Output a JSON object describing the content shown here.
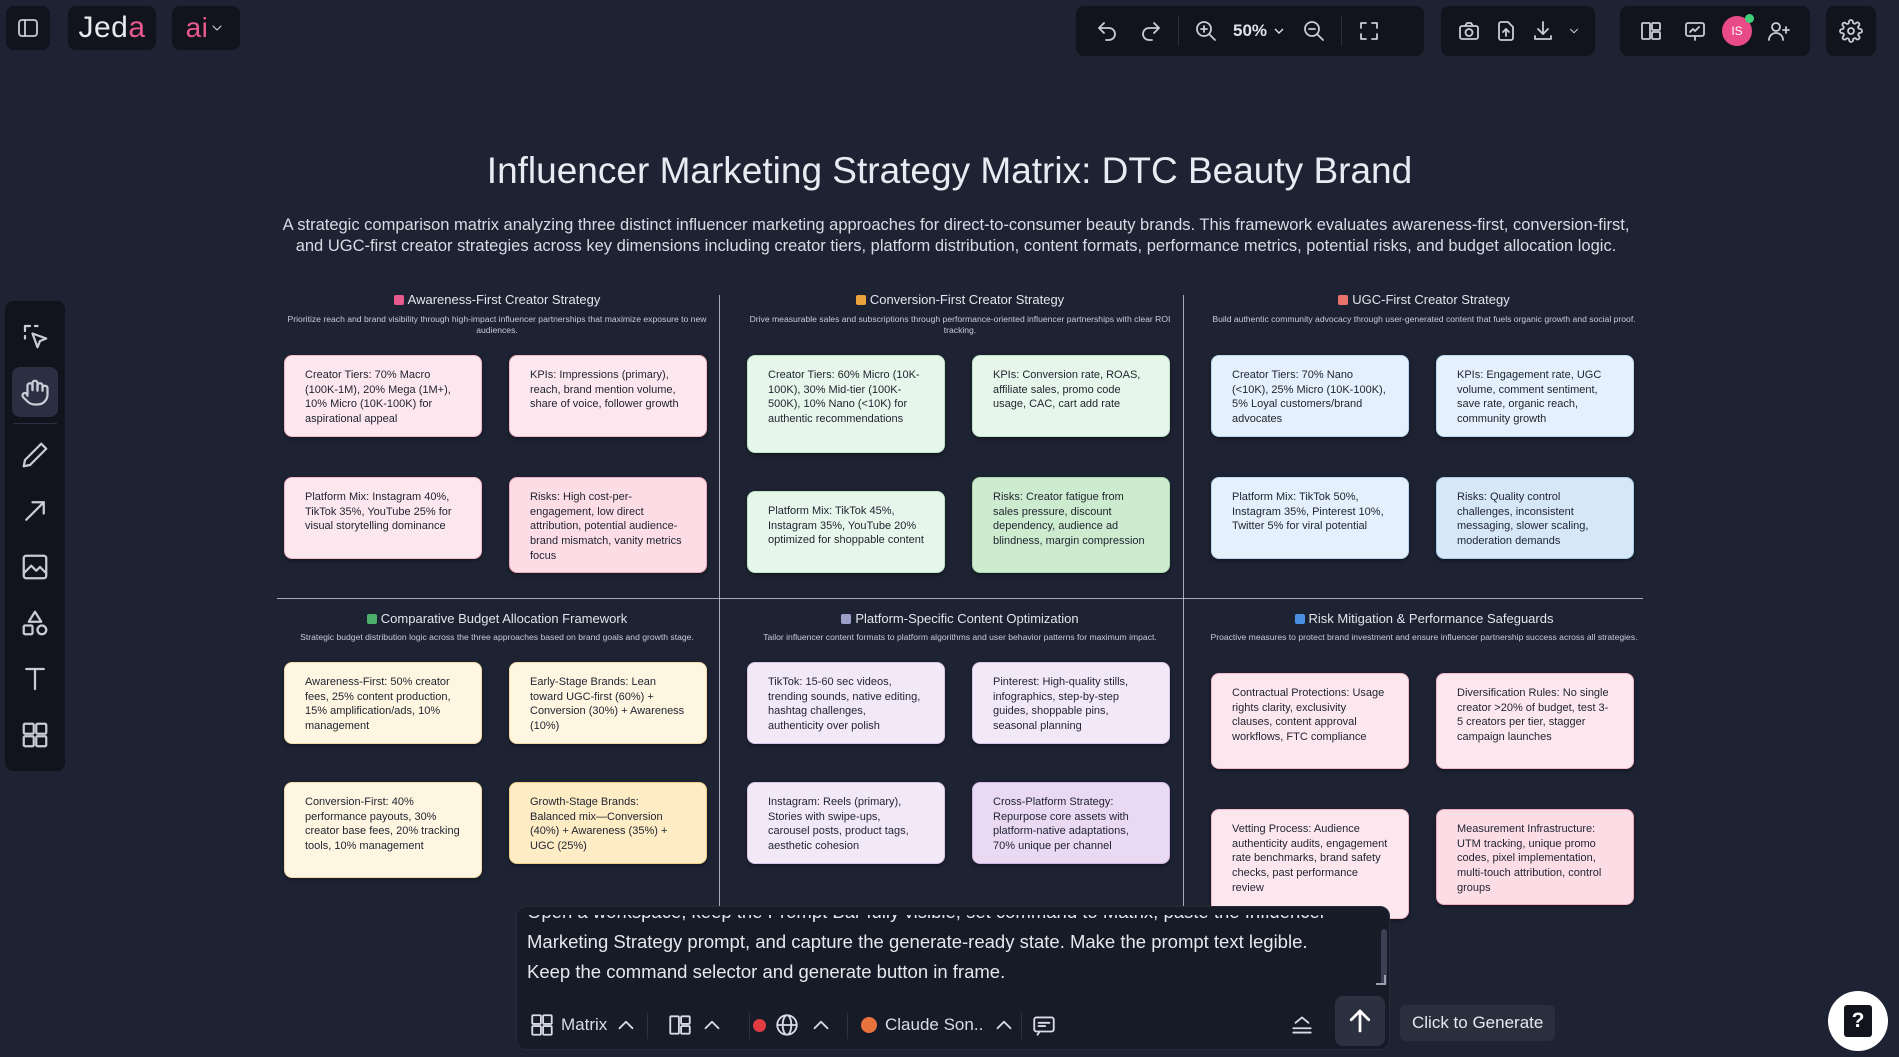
{
  "app": {
    "logo_main": "Jed",
    "logo_accent": "a",
    "ai_label": "ai"
  },
  "toolbar": {
    "zoom": "50%",
    "avatar_initials": "IS"
  },
  "document": {
    "title": "Influencer Marketing Strategy Matrix: DTC Beauty Brand",
    "description": "A strategic comparison matrix analyzing three distinct influencer marketing approaches for direct-to-consumer beauty brands. This framework evaluates awareness-first, conversion-first, and UGC-first creator strategies across key dimensions including creator tiers, platform distribution, content formats, performance metrics, potential risks, and budget allocation logic."
  },
  "quadrants": [
    {
      "title": "Awareness-First Creator Strategy",
      "subtitle": "Prioritize reach and brand visibility through high-impact influencer partnerships that maximize exposure to new audiences.",
      "icon_color": "#e85a8b",
      "cards": [
        "Creator Tiers: 70% Macro (100K-1M), 20% Mega (1M+), 10% Micro (10K-100K) for aspirational appeal",
        "KPIs: Impressions (primary), reach, brand mention volume, share of voice, follower growth",
        "Platform Mix: Instagram 40%, TikTok 35%, YouTube 25% for visual storytelling dominance",
        "Risks: High cost-per-engagement, low direct attribution, potential audience-brand mismatch, vanity metrics focus"
      ]
    },
    {
      "title": "Conversion-First Creator Strategy",
      "subtitle": "Drive measurable sales and subscriptions through performance-oriented influencer partnerships with clear ROI tracking.",
      "icon_color": "#e8a33d",
      "cards": [
        "Creator Tiers: 60% Micro (10K-100K), 30% Mid-tier (100K-500K), 10% Nano (<10K) for authentic recommendations",
        "KPIs: Conversion rate, ROAS, affiliate sales, promo code usage, CAC, cart add rate",
        "Platform Mix: TikTok 45%, Instagram 35%, YouTube 20% optimized for shoppable content",
        "Risks: Creator fatigue from sales pressure, discount dependency, audience ad blindness, margin compression"
      ]
    },
    {
      "title": "UGC-First Creator Strategy",
      "subtitle": "Build authentic community advocacy through user-generated content that fuels organic growth and social proof.",
      "icon_color": "#e8736a",
      "cards": [
        "Creator Tiers: 70% Nano (<10K), 25% Micro (10K-100K), 5% Loyal customers/brand advocates",
        "KPIs: Engagement rate, UGC volume, comment sentiment, save rate, organic reach, community growth",
        "Platform Mix: TikTok 50%, Instagram 35%, Pinterest 10%, Twitter 5% for viral potential",
        "Risks: Quality control challenges, inconsistent messaging, slower scaling, moderation demands"
      ]
    },
    {
      "title": "Comparative Budget Allocation Framework",
      "subtitle": "Strategic budget distribution logic across the three approaches based on brand goals and growth stage.",
      "icon_color": "#4caf6a",
      "cards": [
        "Awareness-First: 50% creator fees, 25% content production, 15% amplification/ads, 10% management",
        "Early-Stage Brands: Lean toward UGC-first (60%) + Conversion (30%) + Awareness (10%)",
        "Conversion-First: 40% performance payouts, 30% creator base fees, 20% tracking tools, 10% management",
        "Growth-Stage Brands: Balanced mix—Conversion (40%) + Awareness (35%) + UGC (25%)"
      ]
    },
    {
      "title": "Platform-Specific Content Optimization",
      "subtitle": "Tailor influencer content formats to platform algorithms and user behavior patterns for maximum impact.",
      "icon_color": "#9aa0c8",
      "cards": [
        "TikTok: 15-60 sec videos, trending sounds, native editing, hashtag challenges, authenticity over polish",
        "Pinterest: High-quality stills, infographics, step-by-step guides, shoppable pins, seasonal planning",
        "Instagram: Reels (primary), Stories with swipe-ups, carousel posts, product tags, aesthetic cohesion",
        "Cross-Platform Strategy: Repurpose core assets with platform-native adaptations, 70% unique per channel"
      ]
    },
    {
      "title": "Risk Mitigation & Performance Safeguards",
      "subtitle": "Proactive measures to protect brand investment and ensure influencer partnership success across all strategies.",
      "icon_color": "#4a90e2",
      "cards": [
        "Contractual Protections: Usage rights clarity, exclusivity clauses, content approval workflows, FTC compliance",
        "Diversification Rules: No single creator >20% of budget, test 3-5 creators per tier, stagger campaign launches",
        "Vetting Process: Audience authenticity audits, engagement rate benchmarks, brand safety checks, past performance review",
        "Measurement Infrastructure: UTM tracking, unique promo codes, pixel implementation, multi-touch attribution, control groups"
      ]
    }
  ],
  "prompt": {
    "line1": "Open a workspace, keep the Prompt Bar fully visible, set command to Matrix, paste the Influencer",
    "line2": "Marketing Strategy prompt, and capture the generate-ready state. Make the prompt text legible.",
    "line3": "Keep the command selector and generate button in frame.",
    "command_label": "Matrix",
    "model_label": "Claude Son.."
  },
  "tooltip": {
    "generate": "Click to Generate"
  },
  "help_label": "?"
}
